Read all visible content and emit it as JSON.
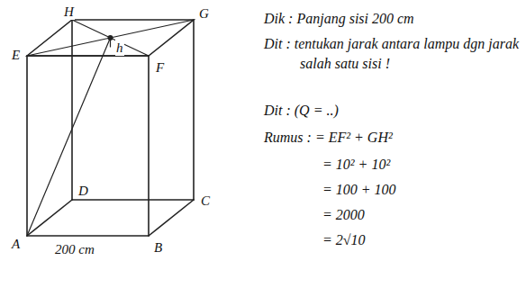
{
  "diagram": {
    "labels": [
      "H",
      "G",
      "E",
      "F",
      "h",
      "D",
      "C",
      "A",
      "200 cm",
      "B",
      "Dik : Panjang sisi 200 cm",
      "Dit : tentukan jarak antara lampu dgn jarak salah satu sisi !",
      "Dit : (Q = ..)",
      "Rumus : = EF² + GH²",
      "= 10² + 10²",
      "= 100 + 100",
      "= 2000",
      "= 2√10"
    ]
  }
}
